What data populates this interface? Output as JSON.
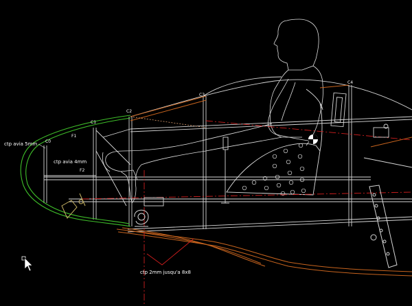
{
  "colors": {
    "background": "#000000",
    "frame_line": "#d8d8d8",
    "canopy_green": "#3fbf2a",
    "fuselage_orange": "#c8641e",
    "center_red": "#d01e1e",
    "pilot_outline": "#e0e0e0",
    "label": "#ffffff"
  },
  "labels": {
    "c0": "C0",
    "c1": "C1",
    "c2": "C2",
    "c3": "C3",
    "c4": "C4",
    "f1": "F1",
    "f2": "F2",
    "ctp_5mm": "ctp avia 5mm",
    "ctp_4mm": "ctp avia 4mm",
    "ctp_2mm": "ctp 2mm jusqu'a 8x8"
  },
  "icons": {
    "cursor": "arrow-pointer-icon",
    "snap": "snap-marker-icon"
  }
}
